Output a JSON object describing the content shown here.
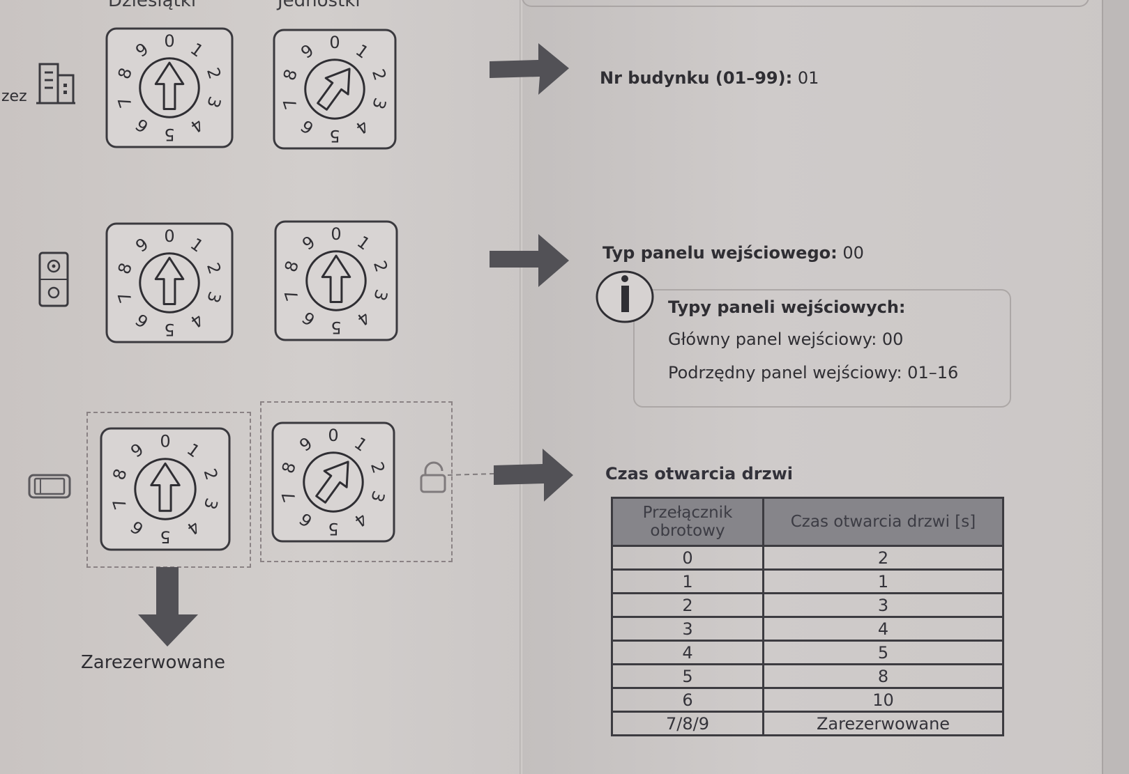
{
  "headers": {
    "tens": "Dziesiątki",
    "units": "Jednostki"
  },
  "side_fragment": "zez",
  "dial_digits": [
    "0",
    "1",
    "2",
    "3",
    "4",
    "5",
    "6",
    "7",
    "8",
    "9"
  ],
  "rows": {
    "building": {
      "label": "Nr budynku (01–99):",
      "value": "01",
      "tens_arrow_digit": 0,
      "units_arrow_digit": 1
    },
    "panel": {
      "label": "Typ panelu wejściowego:",
      "value": "00",
      "tens_arrow_digit": 0,
      "units_arrow_digit": 0
    },
    "door": {
      "label": "Czas otwarcia drzwi",
      "tens_arrow_digit": 0,
      "units_arrow_digit": 1,
      "reserved_label": "Zarezerwowane"
    }
  },
  "info": {
    "title": "Typy paneli wejściowych:",
    "main": "Główny panel wejściowy: 00",
    "sub": "Podrzędny panel wejściowy: 01–16"
  },
  "door_table": {
    "headers": [
      "Przełącznik obrotowy",
      "Czas otwarcia drzwi [s]"
    ],
    "rows": [
      [
        "0",
        "2"
      ],
      [
        "1",
        "1"
      ],
      [
        "2",
        "3"
      ],
      [
        "3",
        "4"
      ],
      [
        "4",
        "5"
      ],
      [
        "5",
        "8"
      ],
      [
        "6",
        "10"
      ],
      [
        "7/8/9",
        "Zarezerwowane"
      ]
    ]
  },
  "icons": [
    "building-icon",
    "door-station-icon",
    "monitor-icon",
    "lock-icon",
    "info-icon"
  ],
  "colors": {
    "paper": "#cdc9c8",
    "ink": "#2f2f33",
    "arrow": "#525156",
    "table_header": "#86858a"
  }
}
